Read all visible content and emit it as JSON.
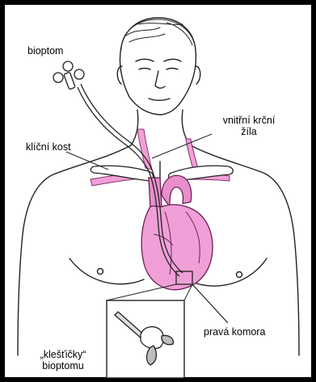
{
  "labels": {
    "bioptom": "bioptom",
    "vein_line1": "vnitřní krční",
    "vein_line2": "žíla",
    "clavicle": "klíční kost",
    "ventricle": "pravá komora",
    "forceps_line1": "„klešťičky“",
    "forceps_line2": "bioptomu"
  },
  "colors": {
    "heart": "#f0a0d6",
    "heart_dark": "#c94fa3",
    "outline": "#222222",
    "background": "#ffffff"
  }
}
